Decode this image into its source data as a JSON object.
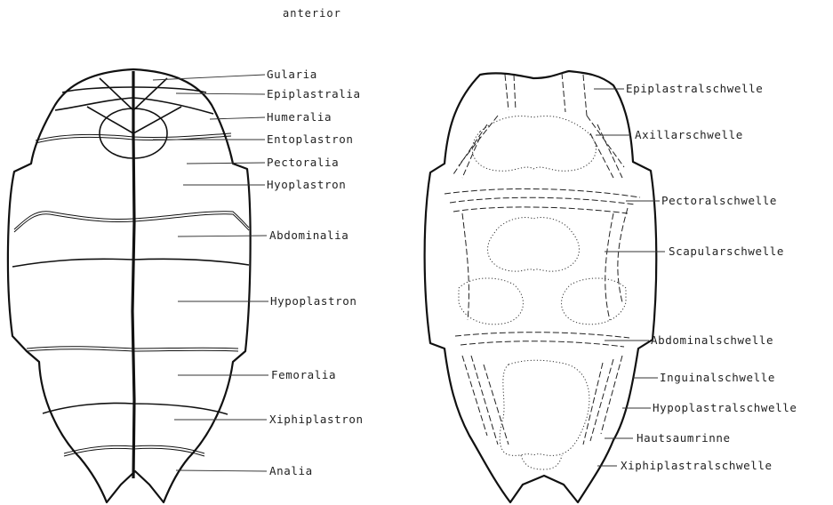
{
  "title": "anterior",
  "left_labels": [
    {
      "id": "gularia",
      "text": "Gularia"
    },
    {
      "id": "epiplastralia",
      "text": "Epiplastralia"
    },
    {
      "id": "humeralia",
      "text": "Humeralia"
    },
    {
      "id": "entoplastron",
      "text": "Entoplastron"
    },
    {
      "id": "pectoralia",
      "text": "Pectoralia"
    },
    {
      "id": "hyoplastron",
      "text": "Hyoplastron"
    },
    {
      "id": "abdominalia",
      "text": "Abdominalia"
    },
    {
      "id": "hypoplastron",
      "text": "Hypoplastron"
    },
    {
      "id": "femoralia",
      "text": "Femoralia"
    },
    {
      "id": "xiphiplastron",
      "text": "Xiphiplastron"
    },
    {
      "id": "analia",
      "text": "Analia"
    }
  ],
  "right_labels": [
    {
      "id": "epiplastralschwelle",
      "text": "Epiplastralschwelle"
    },
    {
      "id": "axillarschwelle",
      "text": "Axillarschwelle"
    },
    {
      "id": "pectoralschwelle",
      "text": "Pectoralschwelle"
    },
    {
      "id": "scapularschwelle",
      "text": "Scapularschwelle"
    },
    {
      "id": "abdominalschwelle",
      "text": "Abdominalschwelle"
    },
    {
      "id": "inguinalschwelle",
      "text": "Inguinalschwelle"
    },
    {
      "id": "hypoplastralschwelle",
      "text": "Hypoplastralschwelle"
    },
    {
      "id": "hautsaumrinne",
      "text": "Hautsaumrinne"
    },
    {
      "id": "xiphiplastralschwelle",
      "text": "Xiphiplastralschwelle"
    }
  ]
}
